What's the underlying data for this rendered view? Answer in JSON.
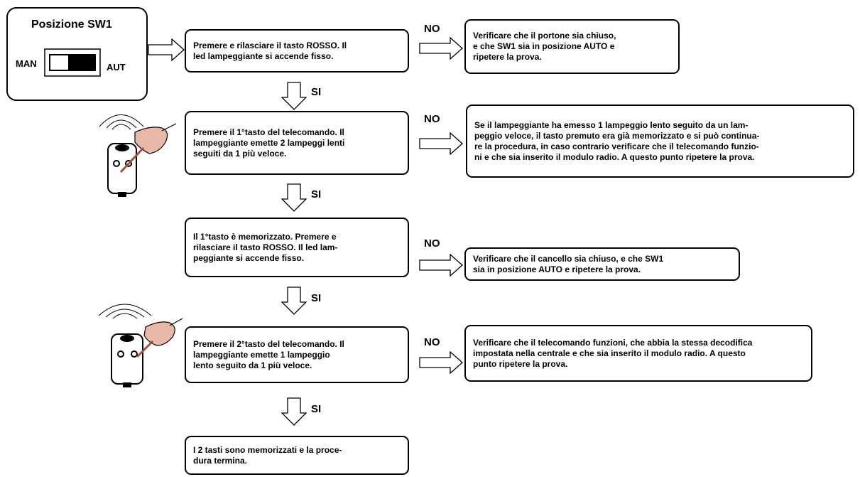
{
  "switch": {
    "title": "Posizione SW1",
    "left_label": "MAN",
    "right_label": "AUT"
  },
  "steps": [
    {
      "text": "Premere e rilasciare  il tasto ROSSO. Il\nled lampeggiante si accende fisso.",
      "no_text": "Verificare che il portone sia chiuso,\ne che SW1 sia in posizione AUTO e\nripetere la prova."
    },
    {
      "text": "Premere il 1°tasto del telecomando. Il\nlampeggiante emette 2 lampeggi lenti\nseguiti da 1 più veloce.",
      "no_text": "Se il lampeggiante ha emesso 1 lampeggio lento seguito da un lam-\npeggio veloce, il tasto premuto era già memorizzato e si può continua-\nre la procedura, in caso contrario verificare che il telecomando funzio-\nni e che sia inserito il modulo radio. A questo punto ripetere la prova."
    },
    {
      "text": "Il 1°tasto è memorizzato. Premere e\nrilasciare  il tasto ROSSO. Il led lam-\npeggiante si accende fisso.",
      "no_text": "Verificare che il cancello sia chiuso, e che SW1\nsia in posizione AUTO e ripetere la prova."
    },
    {
      "text": "Premere il 2°tasto del telecomando. Il\nlampeggiante emette 1 lampeggio\nlento seguito da 1 più veloce.",
      "no_text": "Verificare che il telecomando funzioni, che abbia la stessa decodifica\nimpostata nella centrale e che sia inserito il modulo radio. A questo\npunto ripetere la prova."
    },
    {
      "text": "I 2 tasti sono memorizzati e la proce-\ndura termina."
    }
  ],
  "labels": {
    "no": "NO",
    "si": "SI"
  },
  "icons": [
    "arrow-right-icon",
    "arrow-down-icon",
    "remote-control-icon",
    "hand-pointer-icon",
    "radio-waves-icon"
  ]
}
